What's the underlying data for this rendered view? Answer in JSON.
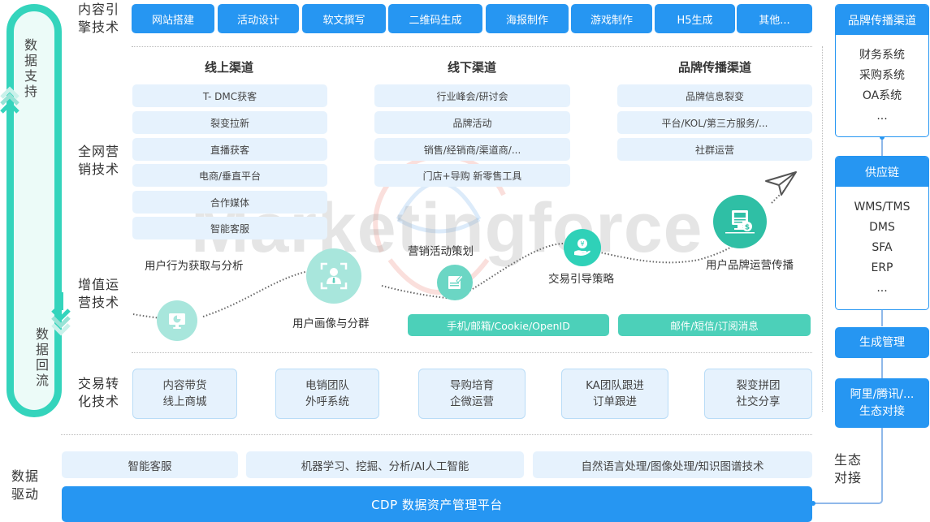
{
  "left_capsule": {
    "top_label": [
      "数",
      "据",
      "支",
      "持"
    ],
    "bottom_label": [
      "数",
      "据",
      "回",
      "流"
    ],
    "color": "#34d4bc"
  },
  "rows": {
    "content_engine": "内容引擎技术",
    "content_engine_lines": [
      "内容引",
      "擎技术"
    ],
    "full_network": [
      "全网营",
      "销技术"
    ],
    "value_ops": [
      "增值运",
      "营技术"
    ],
    "transaction": [
      "交易转",
      "化技术"
    ],
    "data_driven": [
      "数据",
      "驱动"
    ]
  },
  "content_engine_buttons": [
    "网站搭建",
    "活动设计",
    "软文撰写",
    "二维码生成",
    "海报制作",
    "游戏制作",
    "H5生成",
    "其他..."
  ],
  "channels": [
    {
      "title": "线上渠道",
      "items": [
        "T- DMC获客",
        "裂变拉新",
        "直播获客",
        "电商/垂直平台",
        "合作媒体",
        "智能客服"
      ]
    },
    {
      "title": "线下渠道",
      "items": [
        "行业峰会/研讨会",
        "品牌活动",
        "销售/经销商/渠道商/...",
        "门店+导购 新零售工具"
      ]
    },
    {
      "title": "品牌传播渠道",
      "items": [
        "品牌信息裂变",
        "平台/KOL/第三方服务/...",
        "社群运营"
      ]
    }
  ],
  "watermark": "Marketingforce",
  "flow_nodes": [
    {
      "label": "用户行为获取与分析",
      "icon": "monitor-chart-icon"
    },
    {
      "label": "用户画像与分群",
      "icon": "user-profile-icon"
    },
    {
      "label": "营销活动策划",
      "icon": "document-edit-icon"
    },
    {
      "label": "交易引导策略",
      "icon": "hand-money-icon"
    },
    {
      "label": "用户品牌运营传播",
      "icon": "computer-dollar-icon"
    }
  ],
  "flow_end_icon": "paper-plane-icon",
  "data_bars": [
    "手机/邮箱/Cookie/OpenID",
    "邮件/短信/订阅消息"
  ],
  "transaction_cards": [
    [
      "内容带货",
      "线上商城"
    ],
    [
      "电销团队",
      "外呼系统"
    ],
    [
      "导购培育",
      "企微运营"
    ],
    [
      "KA团队跟进",
      "订单跟进"
    ],
    [
      "裂变拼团",
      "社交分享"
    ]
  ],
  "data_driven_chips": [
    "智能客服",
    "机器学习、挖掘、分析/AI人工智能",
    "自然语言处理/图像处理/知识图谱技术"
  ],
  "cdp_label": "CDP 数据资产管理平台",
  "right_column": {
    "brand_box": {
      "title": "品牌传播渠道",
      "items": [
        "财务系统",
        "采购系统",
        "OA系统",
        "..."
      ]
    },
    "supply_box": {
      "title": "供应链",
      "items": [
        "WMS/TMS",
        "DMS",
        "SFA",
        "ERP",
        "..."
      ]
    },
    "gen_mgmt": "生成管理",
    "ecosystem": [
      "阿里/腾讯/...",
      "生态对接"
    ],
    "ecosystem_label": [
      "生态",
      "对接"
    ]
  },
  "colors": {
    "blue": "#2696f2",
    "teal": "#34d4bc",
    "light_blue": "#e6f2fd",
    "teal_bar": "#4cd0b9"
  }
}
